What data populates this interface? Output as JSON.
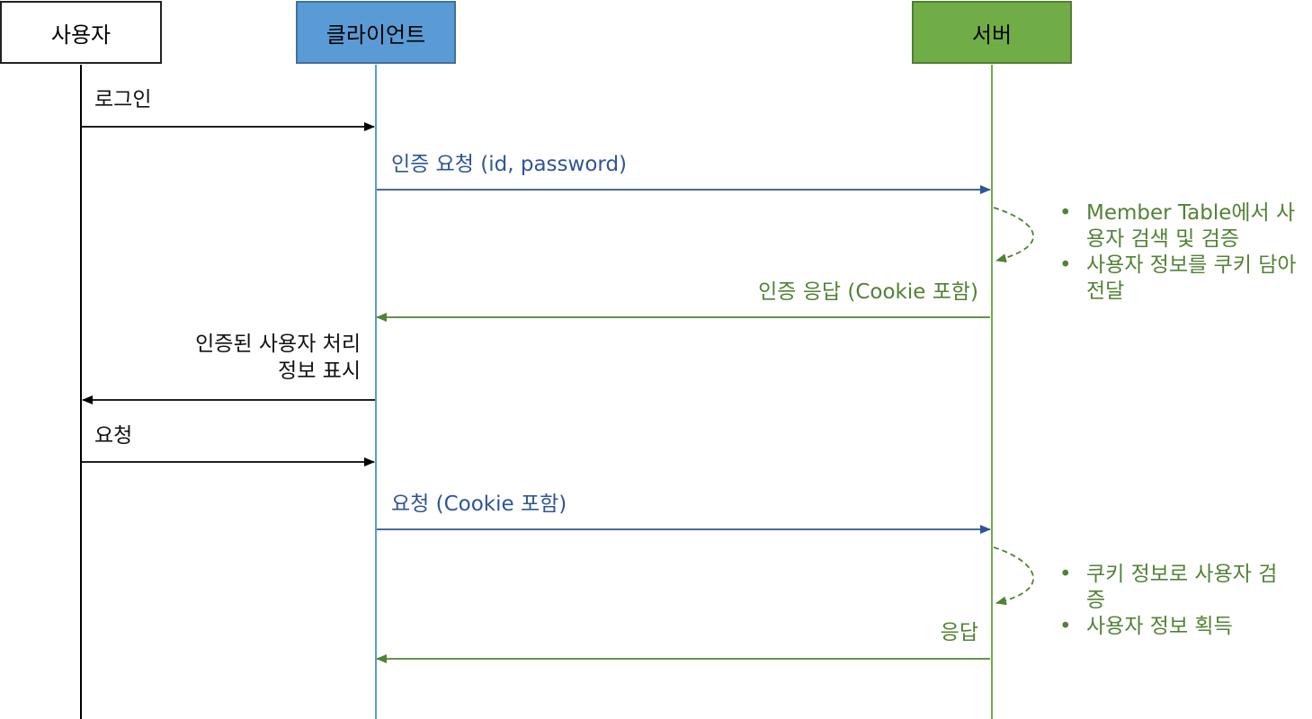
{
  "actors": {
    "user": "사용자",
    "client": "클라이언트",
    "server": "서버"
  },
  "messages": {
    "login": "로그인",
    "auth_request": "인증 요청 (id, password)",
    "auth_response": "인증 응답 (Cookie 포함)",
    "authenticated_line1": "인증된 사용자 처리",
    "authenticated_line2": "정보 표시",
    "request": "요청",
    "request_cookie": "요청 (Cookie 포함)",
    "response": "응답"
  },
  "notes": {
    "first": [
      "Member Table에서 사용자 검색 및 검증",
      "사용자 정보를 쿠키 담아 전달"
    ],
    "second": [
      "쿠키 정보로 사용자 검증",
      "사용자 정보 획득"
    ]
  },
  "colors": {
    "user_line": "#000000",
    "client_fill": "#5b9bd5",
    "client_line": "#2f5597",
    "server_fill": "#70ad47",
    "server_line": "#538135"
  }
}
